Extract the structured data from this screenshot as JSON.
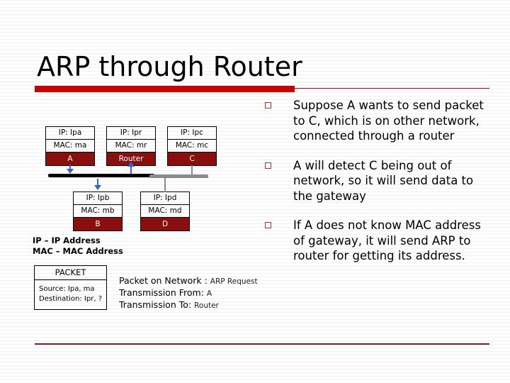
{
  "slide": {
    "title": "ARP through Router",
    "accent_color": "#cc0000",
    "rule_color": "#9e1010",
    "bottom_rule_color": "#8c1a28"
  },
  "bullets": [
    {
      "marker": "hollow-square",
      "text": "Suppose A wants to send packet to C, which is on other network, connected through a router"
    },
    {
      "marker": "hollow-square",
      "text": "A will detect C being out of network, so it will send data to the gateway"
    },
    {
      "marker": "hollow-square",
      "text": "If A does not know MAC address of gateway, it will send ARP to router for getting its address."
    }
  ],
  "diagram": {
    "nodes": [
      {
        "id": "a",
        "ip": "IP: Ipa",
        "mac": "MAC: ma",
        "name": "A"
      },
      {
        "id": "router",
        "ip": "IP: Ipr",
        "mac": "MAC: mr",
        "name": "Router"
      },
      {
        "id": "c",
        "ip": "IP: Ipc",
        "mac": "MAC: mc",
        "name": "C"
      },
      {
        "id": "b",
        "ip": "IP: Ipb",
        "mac": "MAC: mb",
        "name": "B"
      },
      {
        "id": "d",
        "ip": "IP: Ipd",
        "mac": "MAC: md",
        "name": "D"
      }
    ],
    "node_fill_color": "#8c0f0f",
    "bus_left_color": "#000000",
    "bus_right_color": "#8c8c8c",
    "arrow_color": "#3a63c8"
  },
  "legend": {
    "line1": "IP – IP Address",
    "line2": "MAC – MAC Address"
  },
  "packet_box": {
    "title": "PACKET",
    "source": "Source: Ipa, ma",
    "destination": "Destination: Ipr, ?"
  },
  "packet_status": {
    "network_label": "Packet on Network :",
    "network_value": "ARP Request",
    "from_label": "Transmission From:",
    "from_value": "A",
    "to_label": "Transmission To:",
    "to_value": "Router"
  }
}
